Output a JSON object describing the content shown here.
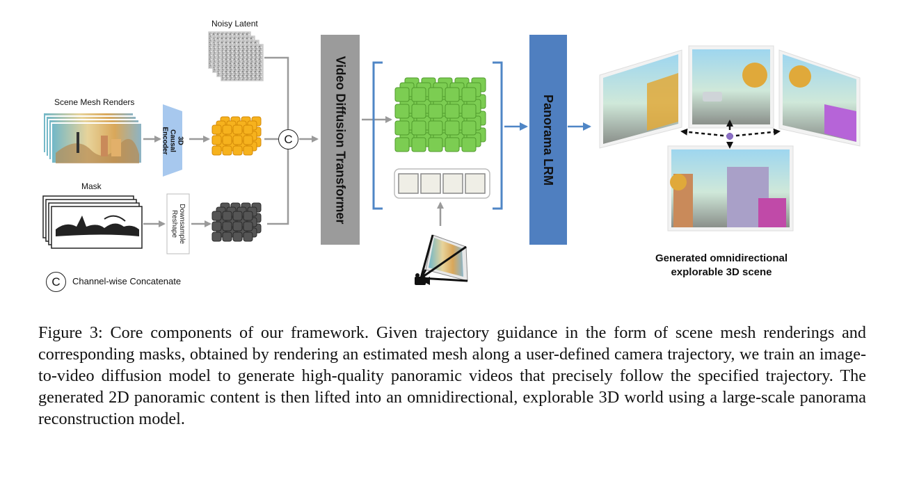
{
  "labels": {
    "noisy_latent": "Noisy Latent",
    "scene_mesh_renders": "Scene Mesh Renders",
    "mask": "Mask",
    "encoder": "3D Causal Encoder",
    "downsample": "Downsample Reshape",
    "concat_symbol": "C",
    "concat_legend": "Channel-wise Concatenate",
    "video_diffusion_transformer": "Video Diffusion Transformer",
    "panorama_lrm": "Panorama LRM",
    "output_line1": "Generated omnidirectional",
    "output_line2": "explorable 3D scene"
  },
  "caption": "Figure 3: Core components of our framework. Given trajectory guidance in the form of scene mesh renderings and corresponding masks, obtained by rendering an estimated mesh along a user-defined camera trajectory, we train an image-to-video diffusion model to generate high-quality panoramic videos that precisely follow the specified trajectory. The generated 2D panoramic content is then lifted into an omnidirectional, explorable 3D world using a large-scale panorama reconstruction model.",
  "colors": {
    "encoder_fill": "#a7c8ee",
    "latent_orange": "#f6b21d",
    "latent_gray": "#555555",
    "token_green": "#7ccd52",
    "vdt_gray": "#9b9b9b",
    "lrm_blue": "#4f7fc0",
    "arrow_gray": "#9a9a9a",
    "arrow_blue": "#4f86c6"
  },
  "icons": [
    "camera-icon",
    "concat-c-icon"
  ]
}
